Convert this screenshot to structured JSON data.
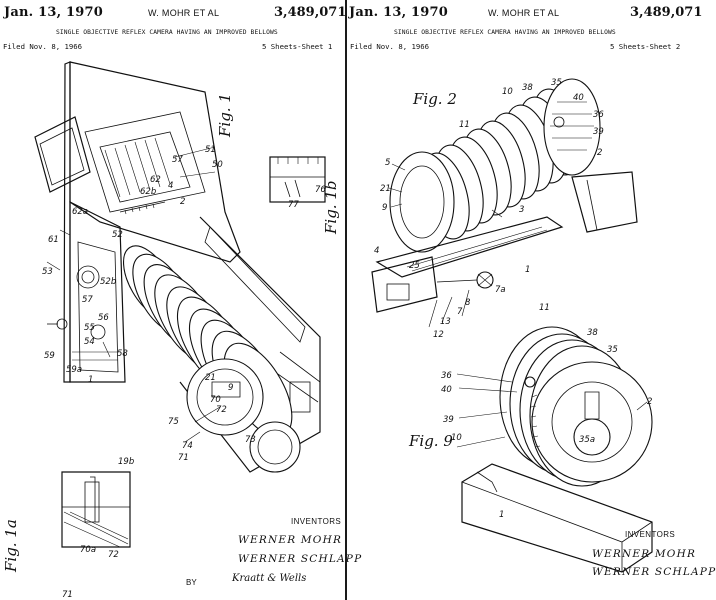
{
  "sheets": [
    {
      "date": "Jan. 13, 1970",
      "inventor_header": "W. MOHR ET AL",
      "patent_number": "3,489,071",
      "title": "SINGLE OBJECTIVE REFLEX CAMERA HAVING AN IMPROVED BELLOWS",
      "filed": "Filed Nov. 8, 1966",
      "sheet_label": "5 Sheets-Sheet 1",
      "figures": [
        "Fig. 1",
        "Fig. 1b",
        "Fig. 1a"
      ],
      "refs": [
        "50",
        "51",
        "57",
        "61",
        "62",
        "62a",
        "62b",
        "52",
        "53",
        "57",
        "58",
        "59",
        "59a",
        "54",
        "55",
        "56",
        "4",
        "2",
        "9",
        "21",
        "70",
        "71",
        "72",
        "73",
        "74",
        "75",
        "76",
        "77",
        "19b",
        "71",
        "72",
        "70a",
        "1",
        "52b"
      ],
      "inventors_label": "INVENTORS",
      "inventors": [
        "Werner Mohr",
        "Werner Schlapp"
      ],
      "by_label": "BY",
      "signature": "Kraatt & Wells"
    },
    {
      "date": "Jan. 13, 1970",
      "inventor_header": "W. MOHR ET AL",
      "patent_number": "3,489,071",
      "title": "SINGLE OBJECTIVE REFLEX CAMERA HAVING AN IMPROVED BELLOWS",
      "filed": "Filed Nov. 8, 1966",
      "sheet_label": "5 Sheets-Sheet 2",
      "figures": [
        "Fig. 2",
        "Fig. 9"
      ],
      "refs": [
        "10",
        "38",
        "35",
        "40",
        "36",
        "39",
        "2",
        "11",
        "5",
        "21",
        "9",
        "3",
        "4",
        "25",
        "8",
        "7a",
        "1",
        "13",
        "7",
        "12",
        "11",
        "38",
        "35",
        "36",
        "40",
        "39",
        "10",
        "2",
        "35a",
        "1"
      ],
      "inventors_label": "INVENTORS",
      "inventors": [
        "Werner Mohr",
        "Werner Schlapp"
      ]
    }
  ]
}
